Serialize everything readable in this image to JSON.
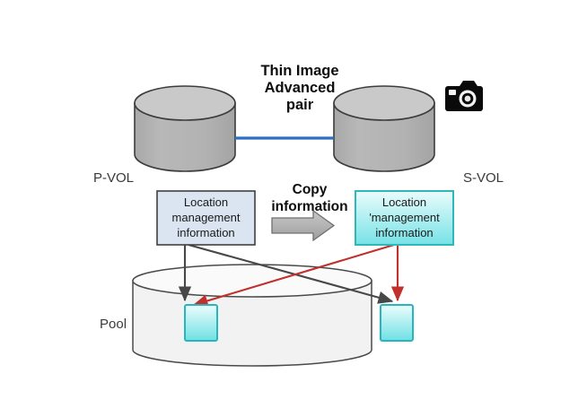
{
  "diagram": {
    "title": "Thin Image Advanced pair diagram",
    "pair_title_lines": [
      "Thin Image",
      "Advanced",
      "pair"
    ],
    "copy_label_lines": [
      "Copy",
      "information"
    ],
    "pvol_label": "P-VOL",
    "svol_label": "S-VOL",
    "pool_label": "Pool",
    "snapshot_icon": "camera-icon",
    "left_box": {
      "lines": [
        "Location",
        "management",
        "information"
      ],
      "fill": "#dbe5f1",
      "border": "#3f3f3f"
    },
    "right_box": {
      "lines": [
        "Location",
        "'management",
        "information"
      ],
      "fill_top": "#e8fbfb",
      "fill_bottom": "#7fe6e6",
      "border": "#2eb8b8"
    },
    "colors": {
      "cylinder_body": "#b3b3b3",
      "cylinder_top": "#c8c8c8",
      "cylinder_stroke": "#3c3c3c",
      "pair_link": "#2f6fbf",
      "pool_body": "#f2f2f2",
      "pool_stroke": "#4a4a4a",
      "copy_arrow_fill": "#b0b0b0",
      "copy_arrow_stroke": "#6b6b6b",
      "pvol_arrow": "#474747",
      "svol_arrow": "#c0302c",
      "page_chunk": "#7fe6e6"
    },
    "pool_chunks": [
      {
        "name": "pool-chunk-left"
      },
      {
        "name": "pool-chunk-right"
      }
    ],
    "arrows": [
      {
        "name": "pvol-to-left-chunk",
        "from": "left_box",
        "to": "pool-chunk-left",
        "color": "#474747"
      },
      {
        "name": "pvol-to-right-chunk",
        "from": "left_box",
        "to": "pool-chunk-right",
        "color": "#474747"
      },
      {
        "name": "svol-to-right-chunk",
        "from": "right_box",
        "to": "pool-chunk-right",
        "color": "#c0302c"
      },
      {
        "name": "svol-to-left-chunk",
        "from": "right_box",
        "to": "pool-chunk-left",
        "color": "#c0302c"
      }
    ]
  }
}
